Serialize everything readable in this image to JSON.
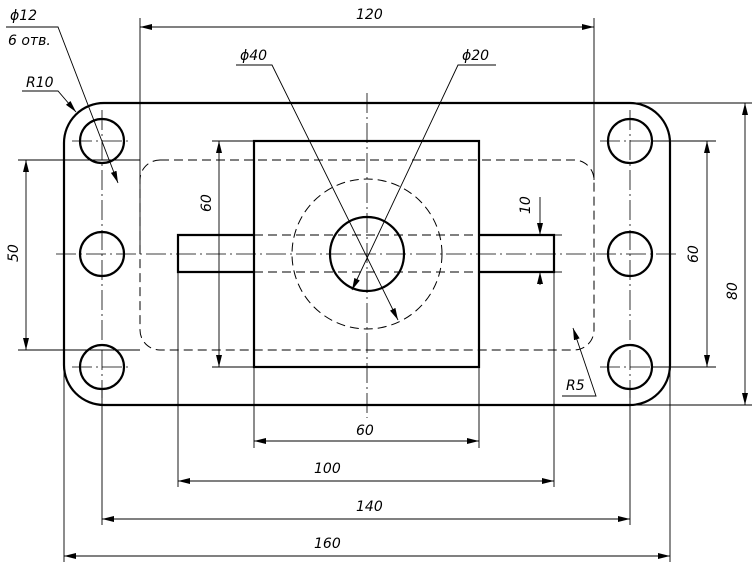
{
  "labels": {
    "d12": "ϕ12",
    "holes": "6 отв.",
    "r10": "R10",
    "r5": "R5",
    "d40": "ϕ40",
    "d20": "ϕ20",
    "w120": "120",
    "w60_bottom": "60",
    "w100": "100",
    "w140": "140",
    "w160": "160",
    "h60_left": "60",
    "h50": "50",
    "h10": "10",
    "h60_right": "60",
    "h80": "80"
  }
}
